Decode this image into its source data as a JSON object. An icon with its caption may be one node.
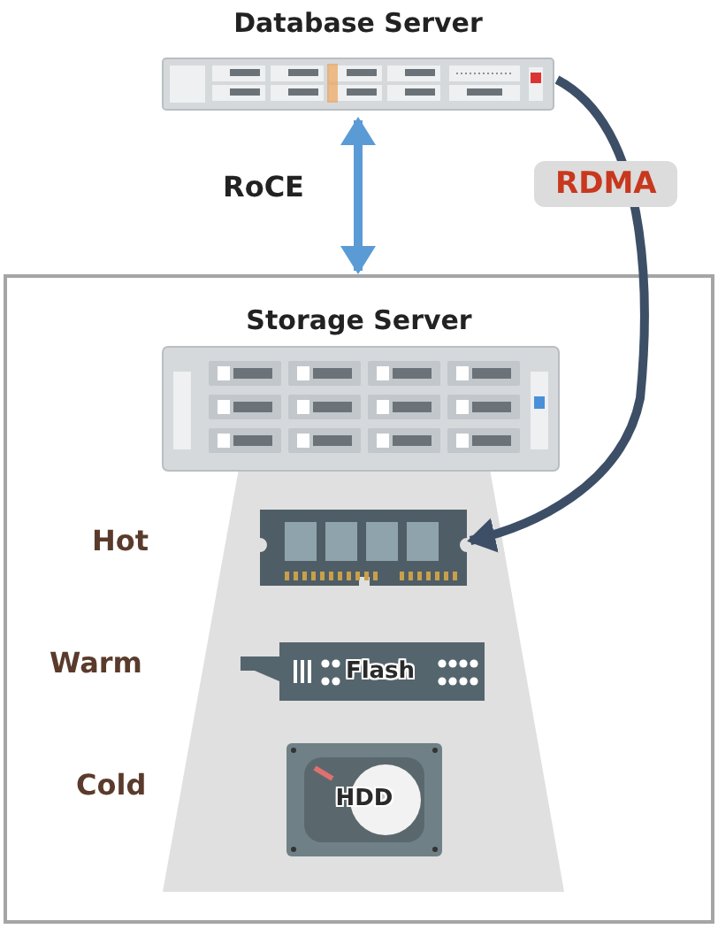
{
  "diagram": {
    "nodes": [
      {
        "text": [
          "Database Server"
        ]
      },
      {
        "text": [
          "Storage Server"
        ]
      },
      {
        "text": [],
        "shape": "picture",
        "in": 1
      },
      {
        "text": [
          "Flash"
        ],
        "in": 1
      },
      {
        "text": [
          "HDD"
        ],
        "in": 1
      }
    ],
    "edges": [
      {
        "from": 0,
        "to": 1,
        "arrow": "both",
        "label": "RoCE",
        "color": "#5b9bd5"
      },
      {
        "from": 0,
        "to": 2,
        "arrow": "to",
        "label": "RDMA",
        "color": "#3d4f66"
      }
    ],
    "labels": [
      "Hot",
      "Warm",
      "Cold"
    ]
  }
}
